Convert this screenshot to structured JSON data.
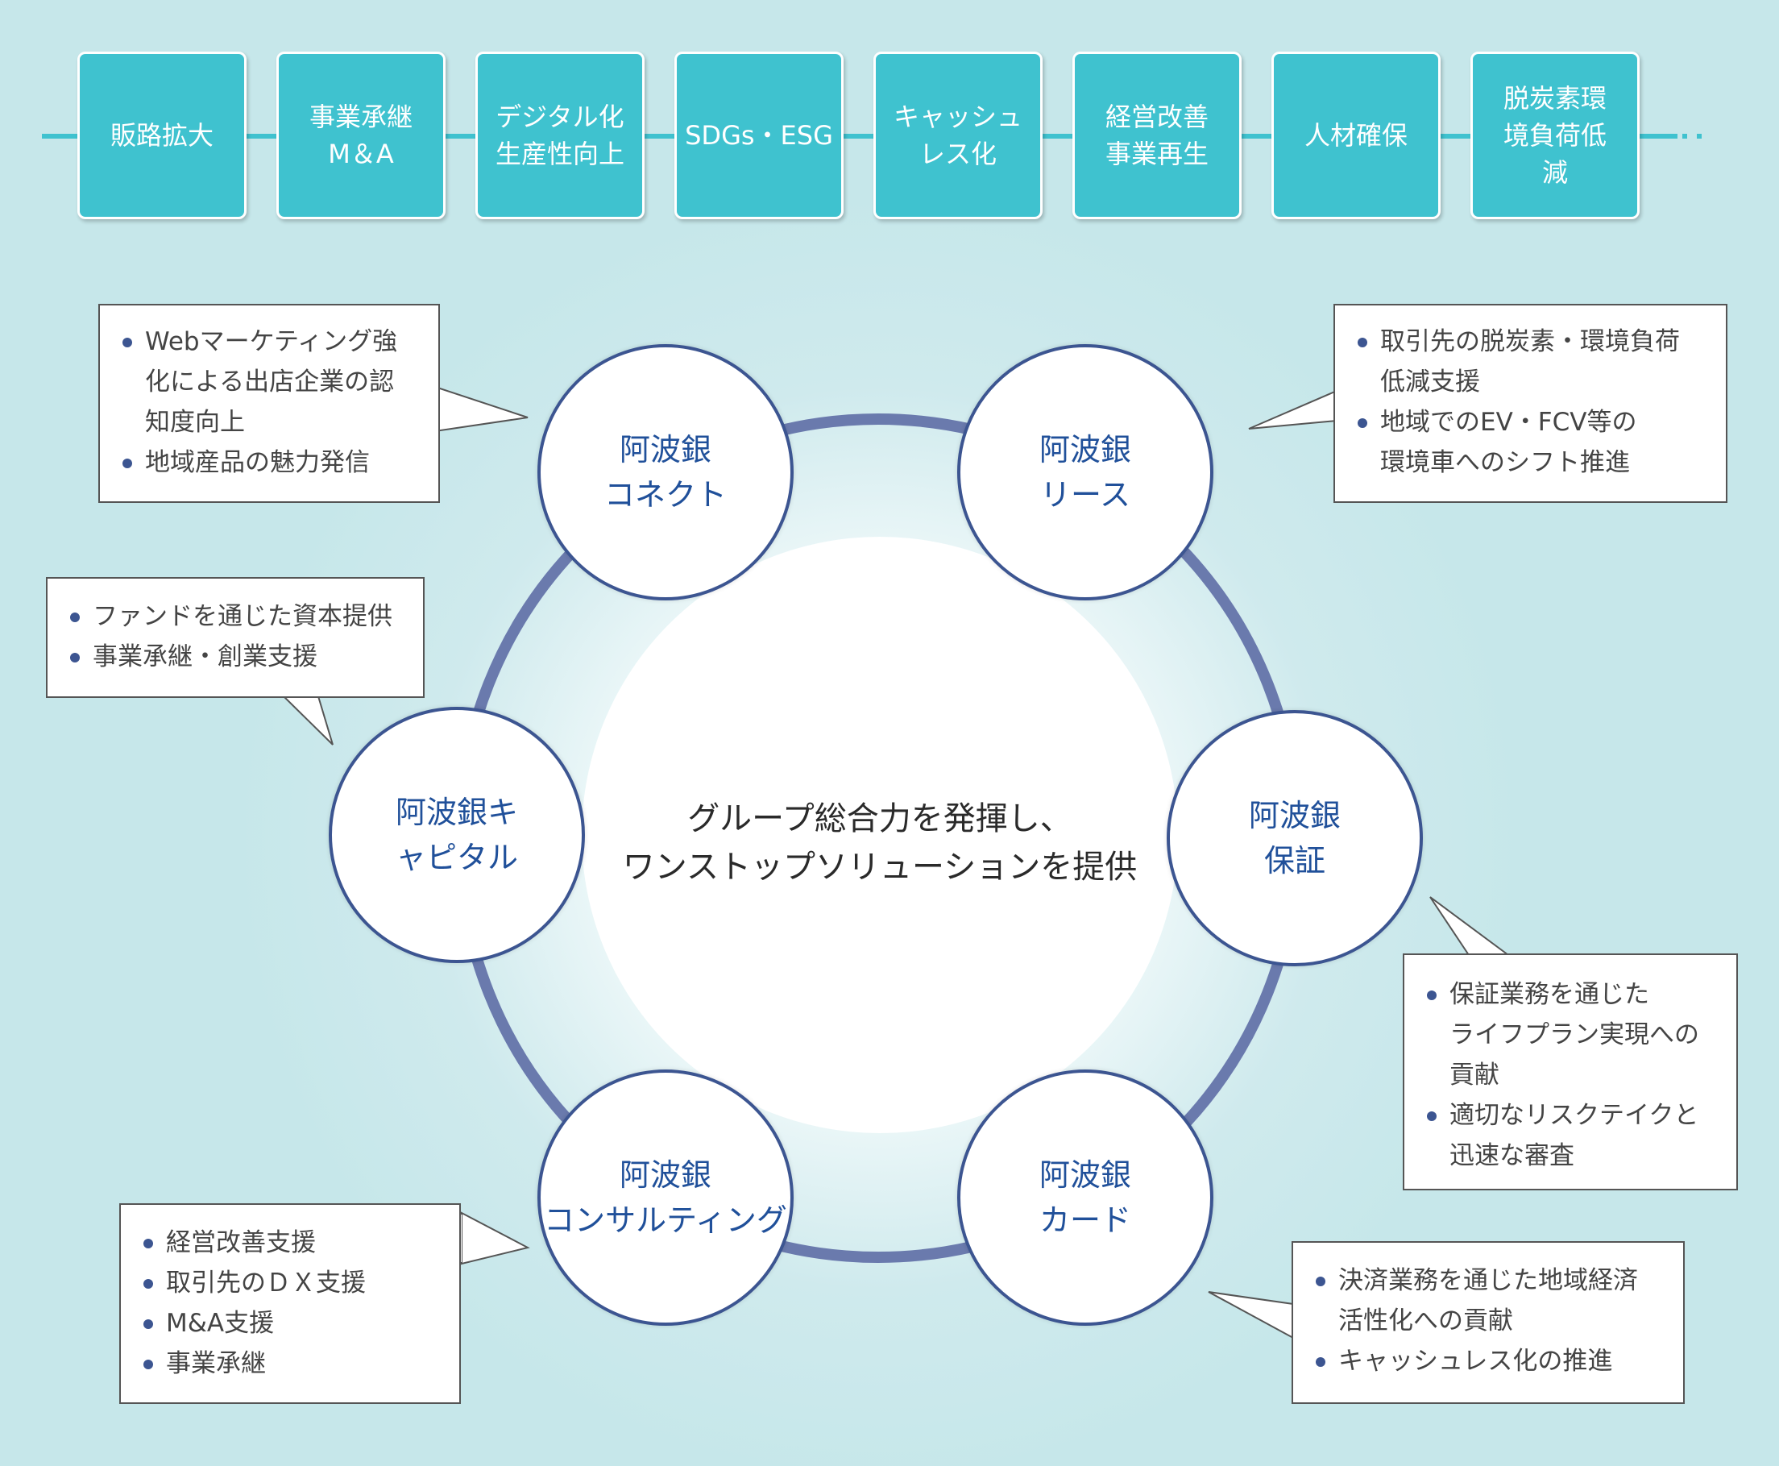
{
  "timeline": {
    "items": [
      "販路拡大",
      "事業承継\nM＆A",
      "デジタル化\n生産性向上",
      "SDGs・ESG",
      "キャッシュ\nレス化",
      "経営改善\n事業再生",
      "人材確保",
      "脱炭素環\n境負荷低\n減"
    ]
  },
  "hub": {
    "text": "グループ総合力を発揮し、\nワンストップソリューションを提供"
  },
  "companies": {
    "connect": "阿波銀\nコネクト",
    "lease": "阿波銀\nリース",
    "guarantee": "阿波銀\n保証",
    "card": "阿波銀\nカード",
    "consulting": "阿波銀\nコンサルティング",
    "capital": "阿波銀キ\nャピタル"
  },
  "callouts": {
    "connect": [
      "Webマーケティング強\n化による出店企業の認\n知度向上",
      "地域産品の魅力発信"
    ],
    "lease": [
      "取引先の脱炭素・環境負荷\n低減支援",
      "地域でのEV・FCV等の\n環境車へのシフト推進"
    ],
    "capital": [
      "ファンドを通じた資本提供",
      "事業承継・創業支援"
    ],
    "guarantee": [
      "保証業務を通じた\nライフプラン実現への\n貢献",
      "適切なリスクテイクと\n迅速な審査"
    ],
    "consulting": [
      "経営改善支援",
      "取引先のＤＸ支援",
      "M&A支援",
      "事業承継"
    ],
    "card": [
      "決済業務を通じた地域経済\n活性化への貢献",
      "キャッシュレス化の推進"
    ]
  },
  "colors": {
    "chip": "#3fc2cf",
    "ring": "#6a7aad",
    "circle_border": "#3c5591",
    "label": "#20509a",
    "background": "#c6e7ea"
  }
}
